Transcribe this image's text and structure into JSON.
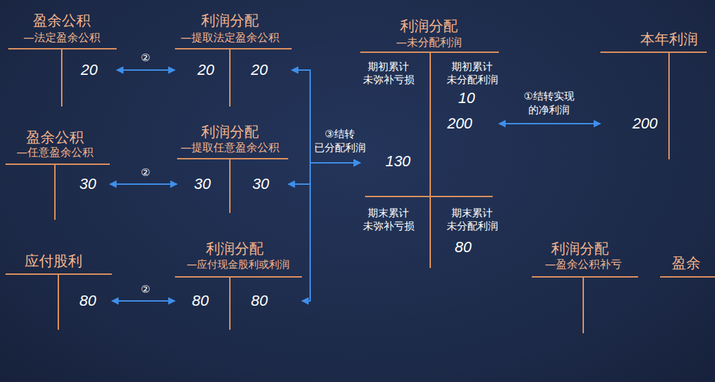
{
  "diagram": {
    "nodes": [
      {
        "text": [
          "盈余公积",
          "—法定盈余公积",
          "20"
        ]
      },
      {
        "text": [
          "利润分配",
          "—提取法定盈余公积",
          "20",
          "20"
        ]
      },
      {
        "text": [
          "利润分配",
          "—未分配利润",
          "期初累计 未弥补亏损",
          "期初累计 未分配利润",
          "10",
          "200",
          "130",
          "期末累计 未弥补亏损",
          "期末累计 未分配利润",
          "80"
        ]
      },
      {
        "text": [
          "本年利润",
          "200"
        ]
      },
      {
        "text": [
          "盈余公积",
          "—任意盈余公积",
          "30"
        ]
      },
      {
        "text": [
          "利润分配",
          "—提取任意盈余公积",
          "30",
          "30"
        ]
      },
      {
        "text": [
          "应付股利",
          "80"
        ]
      },
      {
        "text": [
          "利润分配",
          "—应付现金股利或利润",
          "80",
          "80"
        ]
      },
      {
        "text": [
          "利润分配",
          "—盈余公积补亏"
        ]
      },
      {
        "text": [
          "盈余"
        ]
      }
    ],
    "edges": [
      {
        "from": 0,
        "to": 1,
        "label": "②",
        "arrow": "both"
      },
      {
        "from": 3,
        "to": 2,
        "label": "①结转实现 的净利润",
        "arrow": "both"
      },
      {
        "from": 4,
        "to": 5,
        "label": "②",
        "arrow": "both"
      },
      {
        "from": 6,
        "to": 7,
        "label": "②",
        "arrow": "both"
      },
      {
        "from": 1,
        "to": 2,
        "arrow": "both"
      },
      {
        "from": 5,
        "to": 2,
        "label": "③结转 已分配利润",
        "arrow": "both"
      },
      {
        "from": 7,
        "to": 2,
        "arrow": "both"
      }
    ]
  }
}
